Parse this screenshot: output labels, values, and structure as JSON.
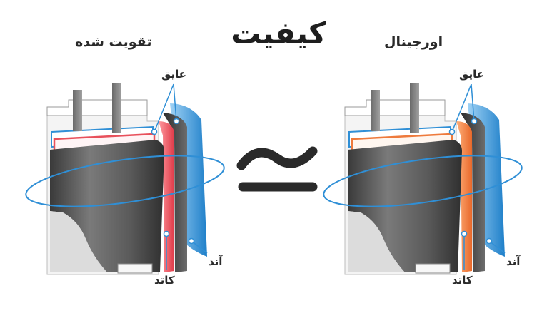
{
  "header": {
    "main_title": "کیفیت",
    "left_title": "تقویت شده",
    "right_title": "اورجینال"
  },
  "symbol": "≃",
  "labels": {
    "separator": "عایق",
    "cathode": "کاتد",
    "anode": "آند"
  },
  "colors": {
    "cathode_enhanced": "#e8505b",
    "cathode_original": "#ee7a3c",
    "anode": "#2f8fd6",
    "casing": "#5b5b5b",
    "text": "#2a2a2a"
  }
}
